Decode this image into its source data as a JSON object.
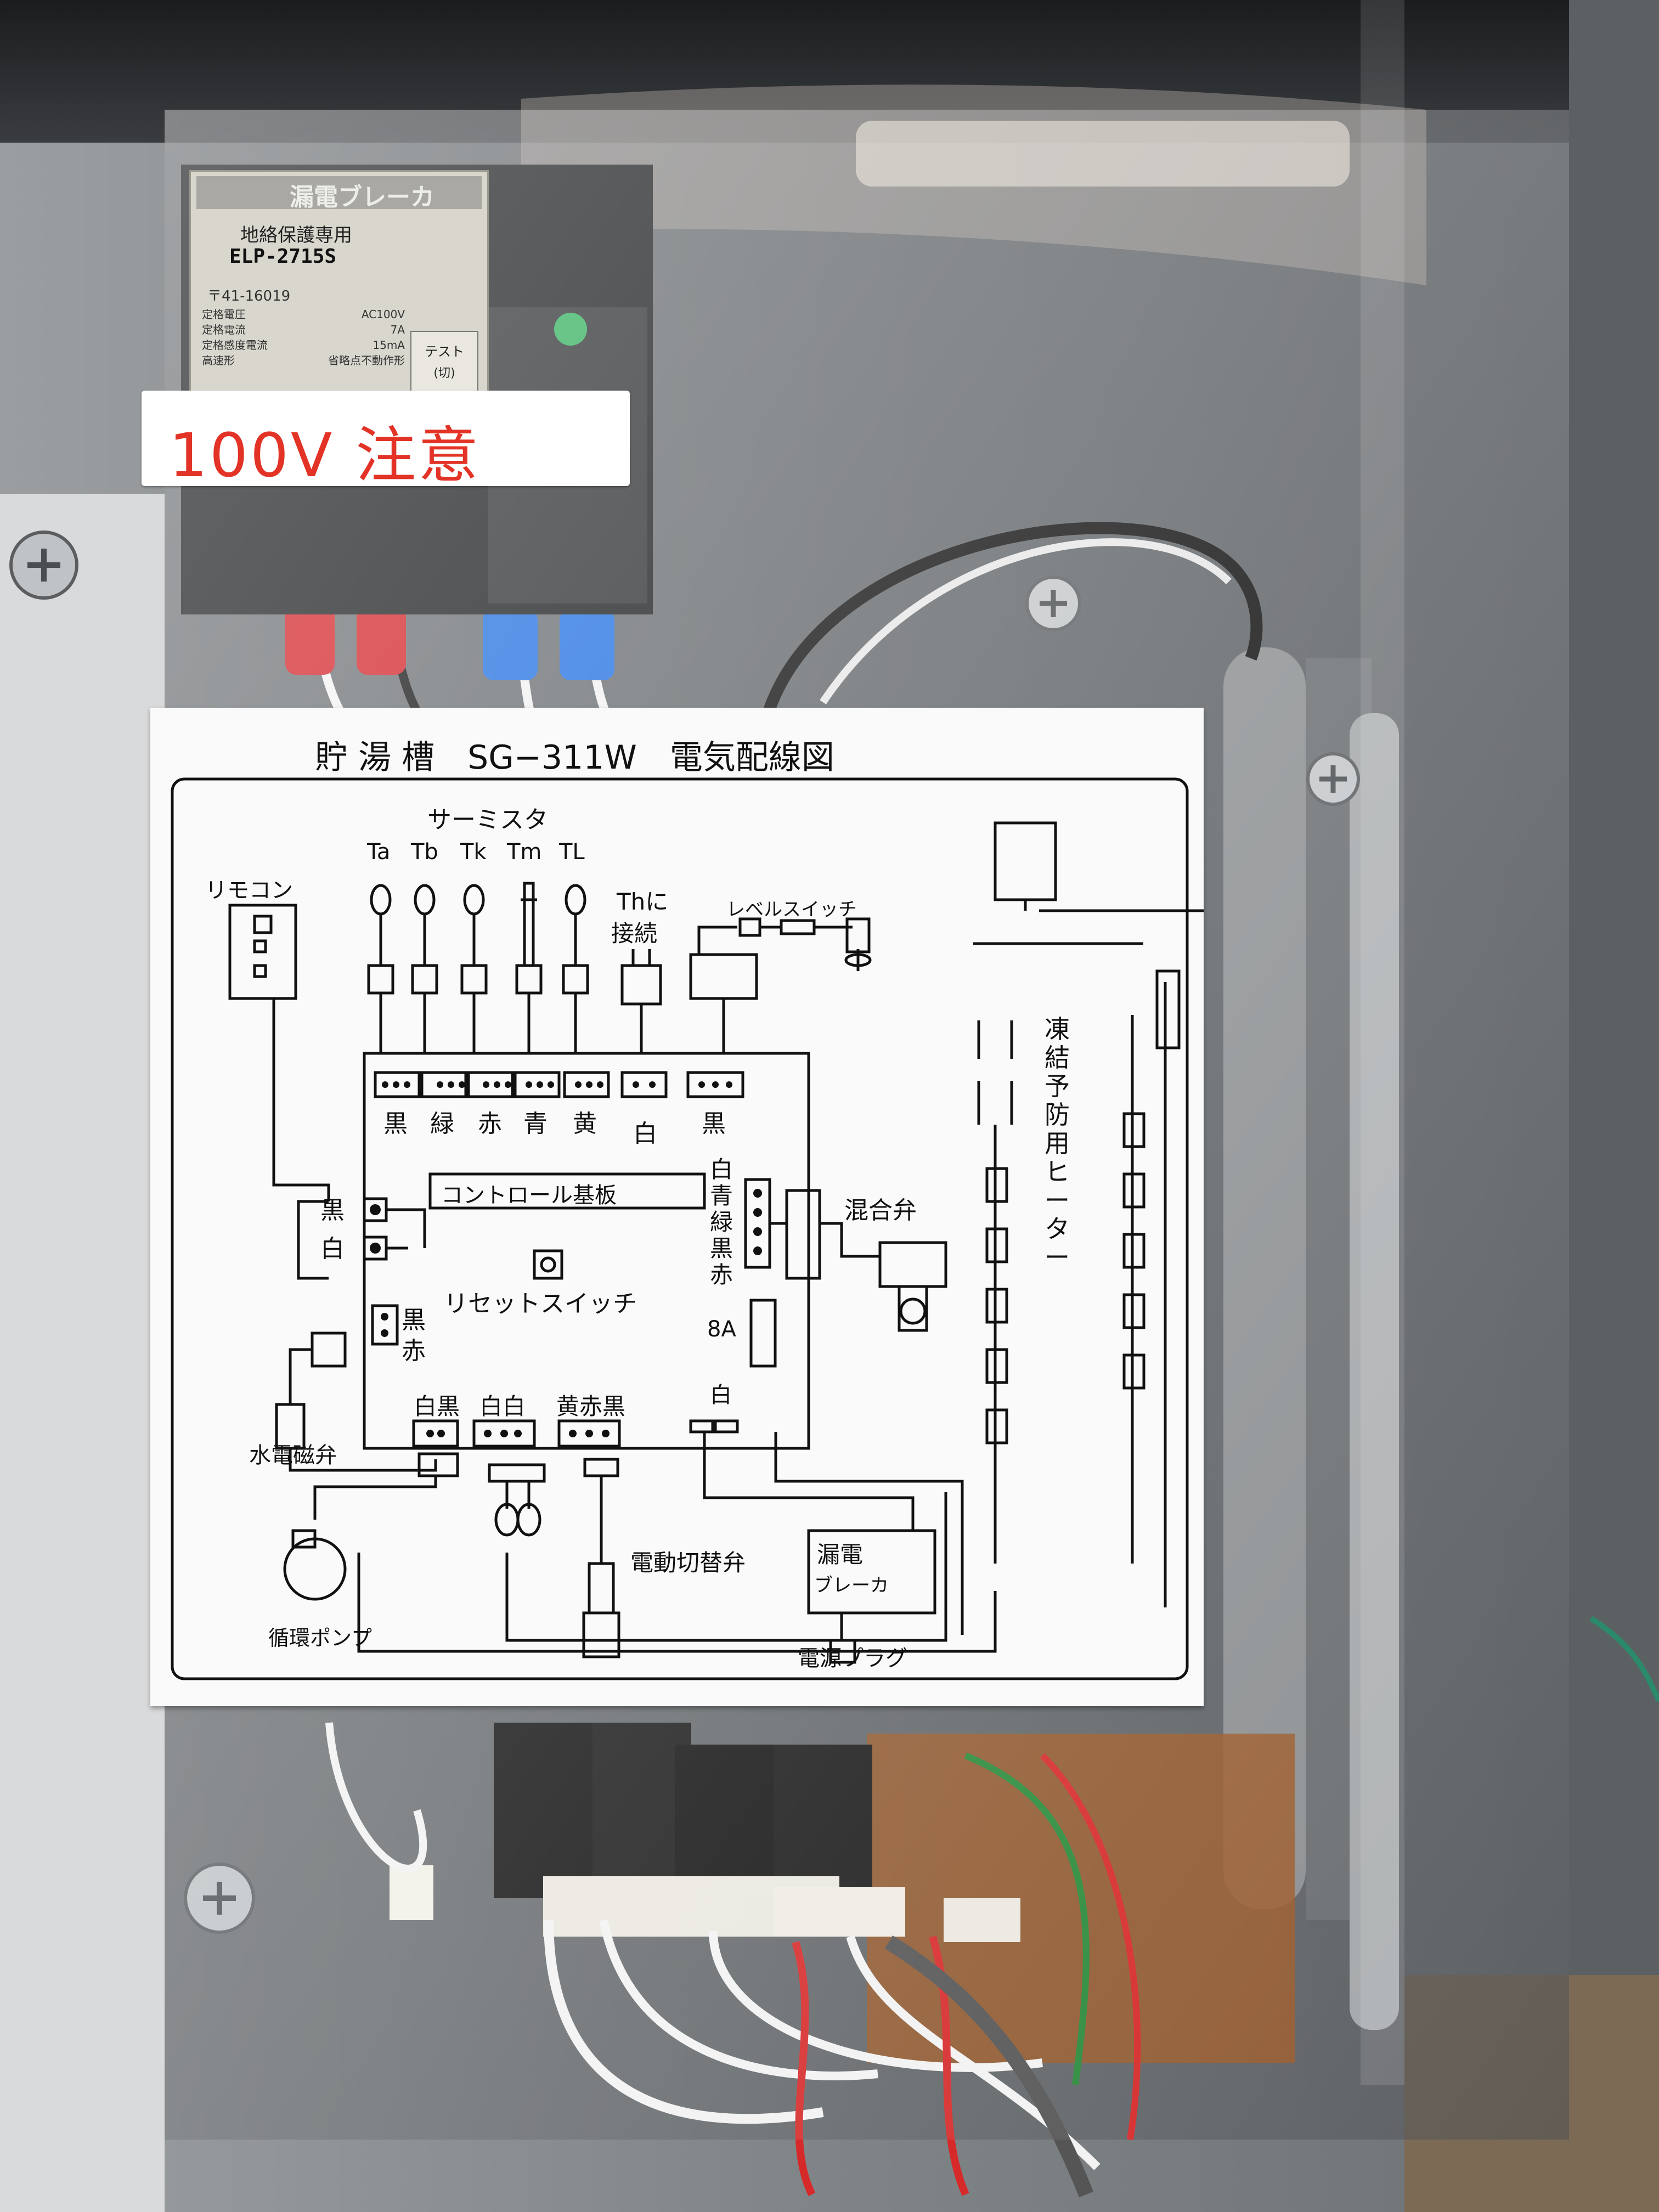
{
  "breaker": {
    "brand": "漏電ブレーカ",
    "name": "地絡保護専用",
    "model": "ELP-2715S",
    "cert": "〒41-16019",
    "specs": [
      {
        "label": "定格電圧",
        "value": "AC100V"
      },
      {
        "label": "定格電流",
        "value": "7A"
      },
      {
        "label": "定格感度電流",
        "value": "15mA"
      },
      {
        "label": "高速形",
        "value": "省略点不動作形"
      }
    ],
    "test_label": "テスト",
    "test_sub": "(切)"
  },
  "warning_label": "100V 注意",
  "diagram": {
    "title": "貯 湯 槽　SG−311W　電気配線図",
    "thermistor_title": "サーミスタ",
    "sensors": [
      "Ta",
      "Tb",
      "Tk",
      "Tm",
      "TL"
    ],
    "remote": "リモコン",
    "th_connect_1": "Thに",
    "th_connect_2": "接続",
    "level_switch": "レベルスイッチ",
    "top_colors": [
      "黒",
      "緑",
      "赤",
      "青",
      "黄",
      "白",
      "黒"
    ],
    "board_label": "コントロール基板",
    "reset_switch": "リセットスイッチ",
    "left_colors": [
      "黒",
      "白"
    ],
    "mid_colors": [
      "黒",
      "赤"
    ],
    "right_colors": [
      "白",
      "青",
      "緑",
      "黒",
      "赤"
    ],
    "mixing_valve": "混合弁",
    "fuse": "8A",
    "fuse_white": "白",
    "bottom_colors": [
      "白黒",
      "白白",
      "黄赤黒"
    ],
    "water_valve": "水電磁弁",
    "circulation_pump": "循環ポンプ",
    "switch_valve": "電動切替弁",
    "leak_breaker_1": "漏電",
    "leak_breaker_2": "ブレーカ",
    "power_plug": "電源プラグ",
    "heater": "凍結予防用ヒーター"
  }
}
